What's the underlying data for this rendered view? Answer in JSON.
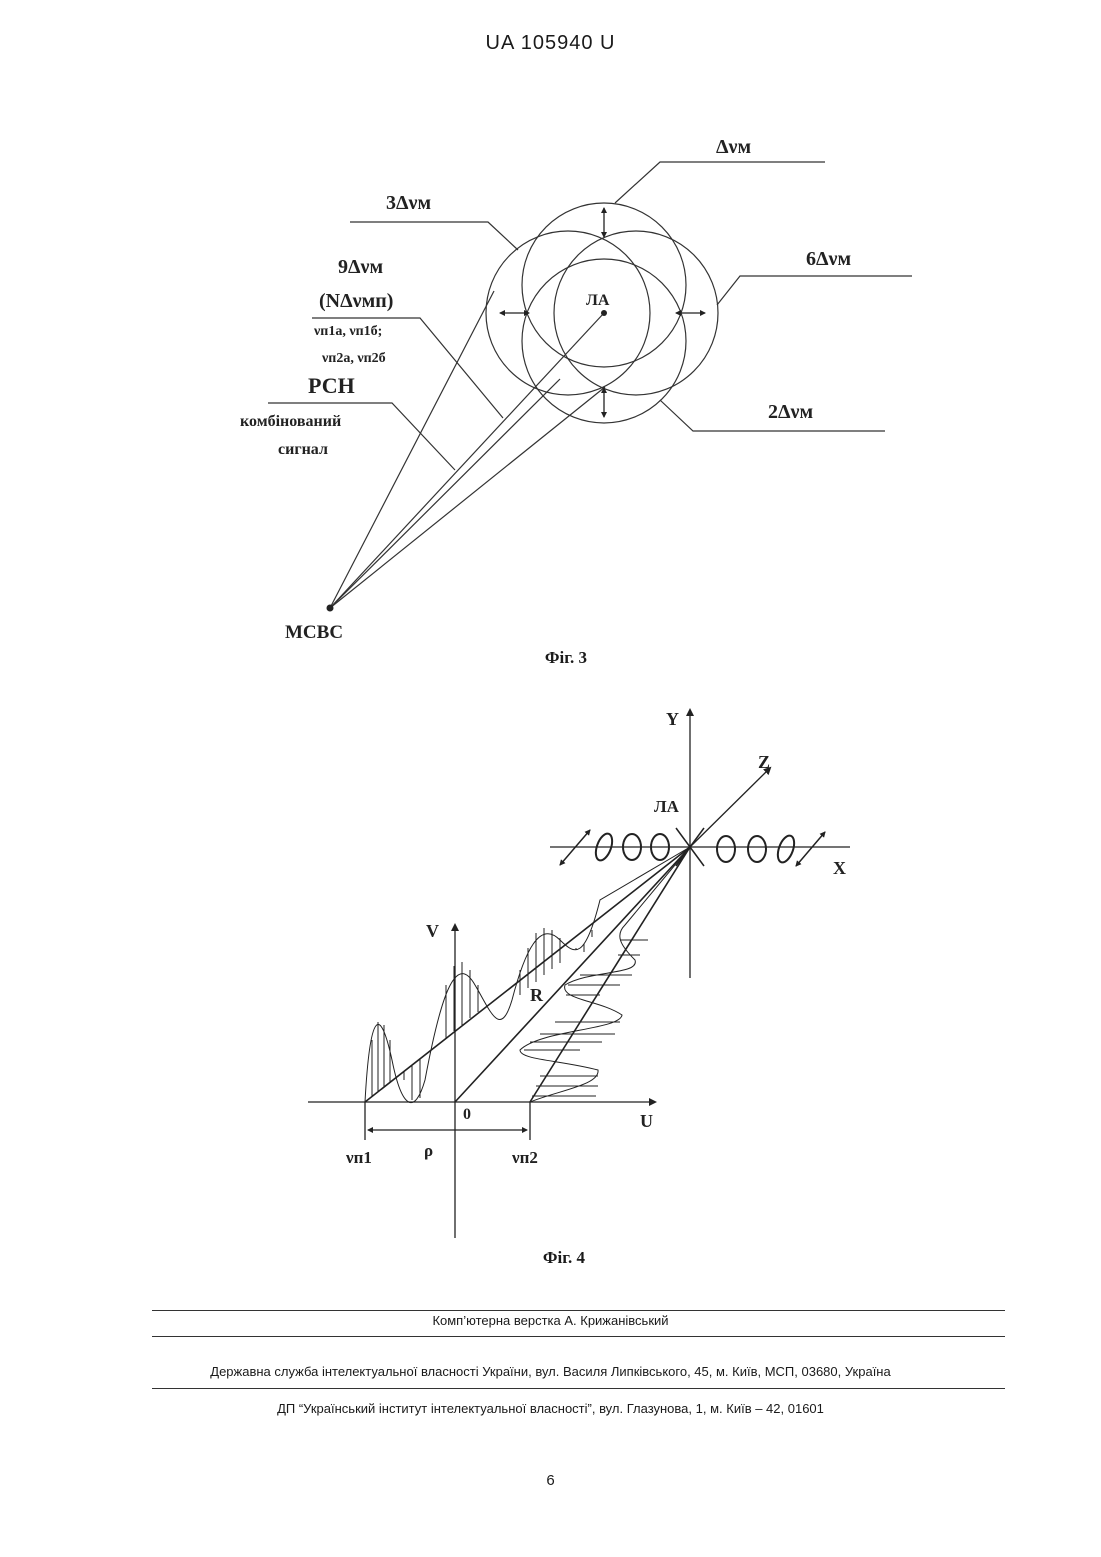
{
  "header": {
    "doc_id": "UA   105940   U"
  },
  "fig3": {
    "caption": "Фіг. 3",
    "labels": {
      "dnu_m": "Δνм",
      "three_dnu_m": "3Δνм",
      "six_dnu_m": "6Δνм",
      "two_dnu_m": "2Δνм",
      "nine_dnu_m": "9Δνм",
      "n_dnu_mp": "(NΔνмп)",
      "nu_line1": "νп1а, νп1б;",
      "nu_line2": "νп2а, νп2б",
      "rsn": "РСН",
      "combined1": "комбінований",
      "combined2": "сигнал",
      "la": "ЛА",
      "msvs": "МСВС"
    }
  },
  "fig4": {
    "caption": "Фіг. 4",
    "labels": {
      "y": "Y",
      "z": "Z",
      "x": "X",
      "la": "ЛА",
      "v": "V",
      "u": "U",
      "r": "R",
      "zero": "0",
      "rho": "ρ",
      "nu_p1": "νп1",
      "nu_p2": "νп2"
    }
  },
  "footer": {
    "layout_credit": "Комп’ютерна верстка А. Крижанівський",
    "agency": "Державна служба інтелектуальної власності України, вул. Василя Липківського, 45, м. Київ, МСП, 03680, Україна",
    "institute": "ДП “Український інститут інтелектуальної власності”, вул. Глазунова, 1, м. Київ – 42, 01601",
    "page_number": "6"
  }
}
